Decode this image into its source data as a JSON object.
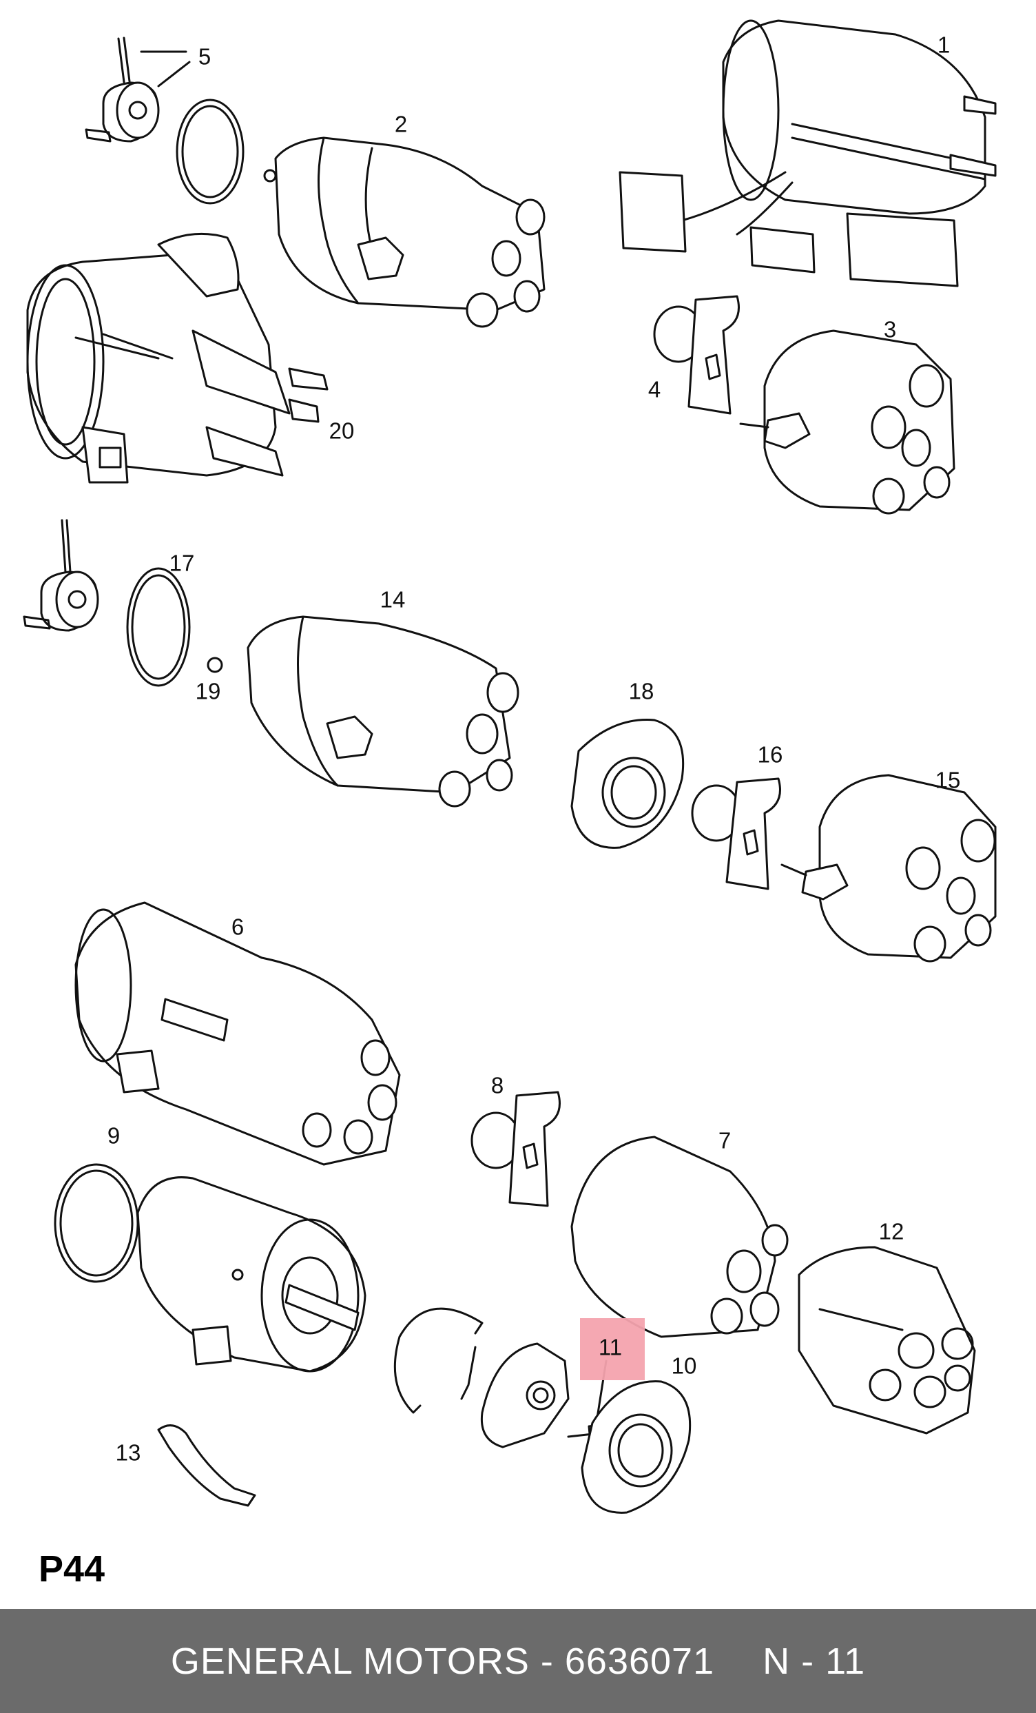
{
  "callouts": {
    "c1": "1",
    "c2": "2",
    "c3": "3",
    "c4": "4",
    "c5": "5",
    "c6": "6",
    "c7": "7",
    "c8": "8",
    "c9": "9",
    "c10": "10",
    "c11": "11",
    "c12": "12",
    "c13": "13",
    "c14": "14",
    "c15": "15",
    "c16": "16",
    "c17": "17",
    "c18": "18",
    "c19": "19",
    "c20": "20"
  },
  "highlighted_callout": "11",
  "highlight_color": "#f4a3ae",
  "page_code": "P44",
  "footer": {
    "brand_part": "GENERAL MOTORS - 6636071",
    "position": "N - 11",
    "background": "#6b6b6b"
  }
}
